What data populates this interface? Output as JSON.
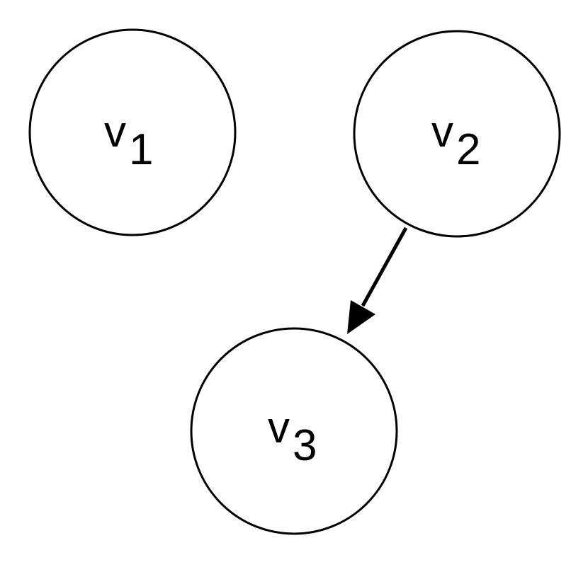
{
  "nodes": [
    {
      "id": "v1",
      "label": "v",
      "subscript": "1"
    },
    {
      "id": "v2",
      "label": "v",
      "subscript": "2"
    },
    {
      "id": "v3",
      "label": "v",
      "subscript": "3"
    }
  ],
  "edges": [
    {
      "from": "v2",
      "to": "v3",
      "directed": true
    }
  ],
  "colors": {
    "stroke": "#000000",
    "fill": "#ffffff"
  }
}
